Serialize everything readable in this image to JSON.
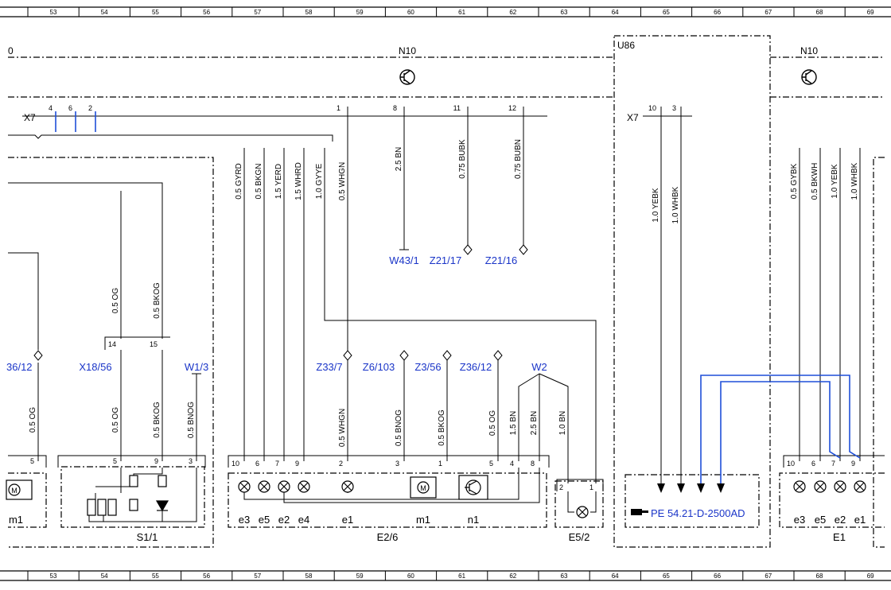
{
  "grid_numbers": [
    "53",
    "54",
    "55",
    "56",
    "57",
    "58",
    "59",
    "60",
    "61",
    "62",
    "63",
    "64",
    "65",
    "66",
    "67",
    "68",
    "69"
  ],
  "top": {
    "cut_label": "0",
    "n10_left": "N10",
    "u86": "U86",
    "n10_right": "N10",
    "x7_left": "X7",
    "x7_right": "X7"
  },
  "x7_pins_left": [
    "4",
    "6",
    "2"
  ],
  "x7_pins_center": [
    "1",
    "8",
    "11",
    "12"
  ],
  "x7_pins_right": [
    "10",
    "3"
  ],
  "top_wires": [
    "0.5 GYRD",
    "0.5 BKGN",
    "1.5 YERD",
    "1.5 WHRD",
    "1.0 GYYE",
    "0.5 WHGN",
    "2.5 BN",
    "0.75 BUBK",
    "0.75 BUBN",
    "1.0 YEBK",
    "1.0 WHBK",
    "0.5 GYBK",
    "0.5 BKWH",
    "1.0 YEBK",
    "1.0 WHBK"
  ],
  "refs": {
    "w43": "W43/1",
    "z21_17": "Z21/17",
    "z21_16": "Z21/16",
    "z36_12_left": "36/12",
    "x18": "X18/56",
    "w1": "W1/3",
    "z33": "Z33/7",
    "z6": "Z6/103",
    "z3": "Z3/56",
    "z36_12": "Z36/12",
    "w2": "W2"
  },
  "x18_pins": [
    "14",
    "15"
  ],
  "middle_wires": [
    "0.5 OG",
    "0.5 BKOG",
    "0.5 OG",
    "0.5 OG",
    "0.5 BKOG",
    "0.5 BNOG",
    "0.5 WHGN",
    "0.5 BNOG",
    "0.5 BKOG",
    "0.5 OG",
    "1.5 BN",
    "2.5 BN",
    "1.0 BN"
  ],
  "s11_pins": [
    "5",
    "5",
    "9",
    "3"
  ],
  "e26_pins": [
    "10",
    "6",
    "7",
    "9",
    "2",
    "3",
    "1",
    "5",
    "4",
    "8"
  ],
  "e26_elements": [
    "e3",
    "e5",
    "e2",
    "e4",
    "e1",
    "m1",
    "n1"
  ],
  "left_element": "m1",
  "e52_pins": [
    "2",
    "1"
  ],
  "e1_pins": [
    "10",
    "6",
    "7",
    "9"
  ],
  "e1_elements": [
    "e3",
    "e5",
    "e2",
    "e1"
  ],
  "components": {
    "s11": "S1/1",
    "e26": "E2/6",
    "e52": "E5/2",
    "e1": "E1"
  },
  "pe_ref": "PE 54.21-D-2500AD",
  "pe_icon": "pointing-hand-icon",
  "colors": {
    "line": "#000000",
    "ref_text": "#1a35c8",
    "blue_wire": "#1f4fd8"
  }
}
